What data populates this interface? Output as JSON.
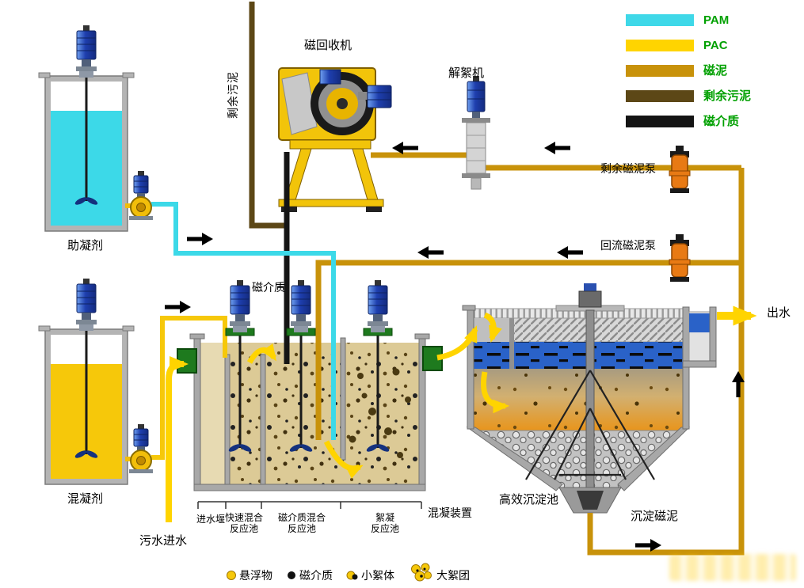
{
  "legend": {
    "items": [
      {
        "label": "PAM",
        "color": "#3FD8E8"
      },
      {
        "label": "PAC",
        "color": "#FFD400"
      },
      {
        "label": "磁泥",
        "color": "#C8920A"
      },
      {
        "label": "剩余污泥",
        "color": "#5C4716"
      },
      {
        "label": "磁介质",
        "color": "#141414"
      }
    ]
  },
  "equipment": {
    "magnetic_recovery_machine": "磁回收机",
    "deflocculator": "解絮机",
    "excess_magnetic_sludge_pump": "剩余磁泥泵",
    "return_magnetic_sludge_pump": "回流磁泥泵",
    "coagulant_aid_tank": "助凝剂",
    "coagulant_tank": "混凝剂",
    "coagulation_unit": "混凝装置",
    "high_efficiency_sedimentation_tank": "高效沉淀池"
  },
  "streams": {
    "excess_sludge": "剩余污泥",
    "magnetic_media": "磁介质",
    "water_outlet": "出水",
    "sewage_inlet": "污水进水",
    "settled_magnetic_sludge": "沉淀磁泥"
  },
  "tank_sections": {
    "inlet_weir": "进水堰",
    "rapid_mix_l1": "快速混合",
    "rapid_mix_l2": "反应池",
    "media_mix_l1": "磁介质混合",
    "media_mix_l2": "反应池",
    "floc_l1": "絮凝",
    "floc_l2": "反应池"
  },
  "particle_legend": {
    "items": [
      {
        "label": "悬浮物"
      },
      {
        "label": "磁介质"
      },
      {
        "label": "小絮体"
      },
      {
        "label": "大絮团"
      }
    ]
  }
}
